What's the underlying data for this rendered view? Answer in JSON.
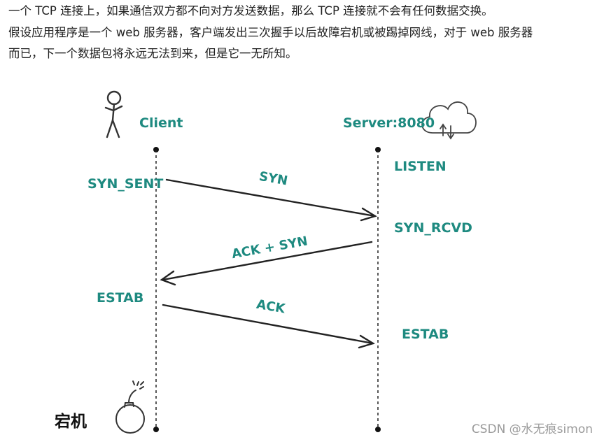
{
  "paragraphs": [
    "一个 TCP 连接上，如果通信双方都不向对方发送数据，那么 TCP 连接就不会有任何数据交换。",
    "假设应用程序是一个 web 服务器，客户端发出三次握手以后故障宕机或被踢掉网线，对于 web 服务器",
    "而已，下一个数据包将永远无法到来，但是它一无所知。"
  ],
  "diagram": {
    "client_label": "Client",
    "server_label": "Server:8080",
    "client_states": [
      "SYN_SENT",
      "ESTAB"
    ],
    "server_states": [
      "LISTEN",
      "SYN_RCVD",
      "ESTAB"
    ],
    "messages": [
      "SYN",
      "ACK + SYN",
      "ACK"
    ],
    "crash_label": "宕机",
    "accent_color": "#1e8a80",
    "icons": [
      "stick-figure-icon",
      "cloud-upload-download-icon",
      "bomb-icon"
    ]
  },
  "watermark": "CSDN @水无痕simon"
}
